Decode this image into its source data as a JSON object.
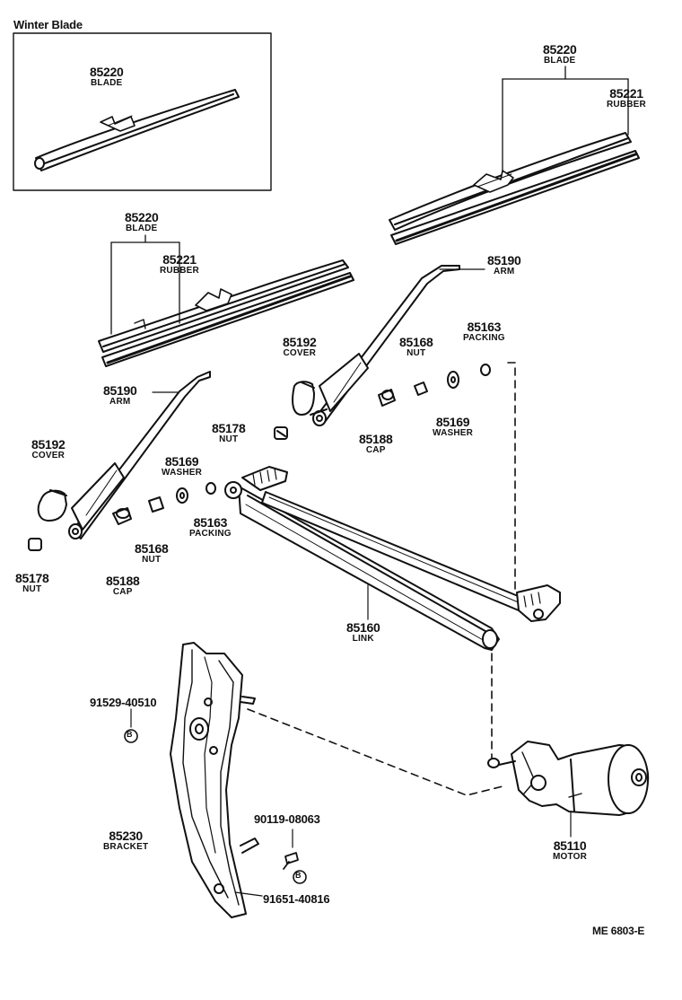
{
  "diagram": {
    "inset_title": "Winter Blade",
    "figure_code": "ME 6803-E",
    "bolt_marker": "B",
    "callouts": {
      "winter_blade": {
        "num": "85220",
        "name": "BLADE"
      },
      "right_blade": {
        "num": "85220",
        "name": "BLADE"
      },
      "right_rubber": {
        "num": "85221",
        "name": "RUBBER"
      },
      "left_blade": {
        "num": "85220",
        "name": "BLADE"
      },
      "left_rubber": {
        "num": "85221",
        "name": "RUBBER"
      },
      "right_arm": {
        "num": "85190",
        "name": "ARM"
      },
      "right_cover": {
        "num": "85192",
        "name": "COVER"
      },
      "right_nut_168": {
        "num": "85168",
        "name": "NUT"
      },
      "right_packing": {
        "num": "85163",
        "name": "PACKING"
      },
      "right_nut_178": {
        "num": "85178",
        "name": "NUT"
      },
      "right_cap": {
        "num": "85188",
        "name": "CAP"
      },
      "right_washer": {
        "num": "85169",
        "name": "WASHER"
      },
      "left_arm": {
        "num": "85190",
        "name": "ARM"
      },
      "left_cover": {
        "num": "85192",
        "name": "COVER"
      },
      "left_washer": {
        "num": "85169",
        "name": "WASHER"
      },
      "left_packing": {
        "num": "85163",
        "name": "PACKING"
      },
      "left_nut_168": {
        "num": "85168",
        "name": "NUT"
      },
      "left_nut_178": {
        "num": "85178",
        "name": "NUT"
      },
      "left_cap": {
        "num": "85188",
        "name": "CAP"
      },
      "link": {
        "num": "85160",
        "name": "LINK"
      },
      "bracket": {
        "num": "85230",
        "name": "BRACKET"
      },
      "motor": {
        "num": "85110",
        "name": "MOTOR"
      }
    },
    "part_numbers": {
      "bolt_upper": "91529-40510",
      "screw": "90119-08063",
      "bolt_lower": "91651-40816"
    }
  }
}
